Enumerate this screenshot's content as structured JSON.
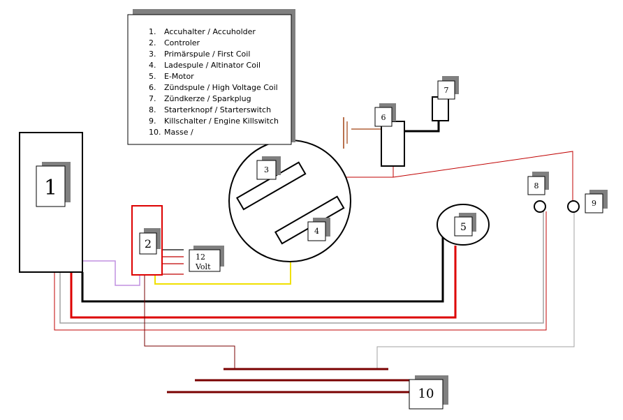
{
  "legend": {
    "items": [
      {
        "num": "1.",
        "text": "Accuhalter / Accuholder"
      },
      {
        "num": "2.",
        "text": "Controler"
      },
      {
        "num": "3.",
        "text": "Primärspule / First Coil"
      },
      {
        "num": "4.",
        "text": "Ladespule / Altinator Coil"
      },
      {
        "num": "5.",
        "text": "E-Motor"
      },
      {
        "num": "6.",
        "text": "Zündspule / High Voltage Coil"
      },
      {
        "num": "7.",
        "text": "Zündkerze / Sparkplug"
      },
      {
        "num": "8.",
        "text": "Starterknopf / Starterswitch"
      },
      {
        "num": "9.",
        "text": "Killschalter / Engine Killswitch"
      },
      {
        "num": "10.",
        "text": "Masse /"
      }
    ]
  },
  "labels": {
    "n1": "1",
    "n2": "2",
    "n3": "3",
    "n4": "4",
    "n5": "5",
    "n6": "6",
    "n7": "7",
    "n8": "8",
    "n9": "9",
    "n10": "10",
    "volt_line1": "12",
    "volt_line2": "Volt"
  },
  "colors": {
    "black": "#000000",
    "red": "#dd0000",
    "darkred": "#7a0000",
    "thinred": "#c00000",
    "yellow": "#f0e000",
    "purple": "#c090e0",
    "gray": "#a0a0a0",
    "shadow": "#808080",
    "brown": "#a04010"
  }
}
